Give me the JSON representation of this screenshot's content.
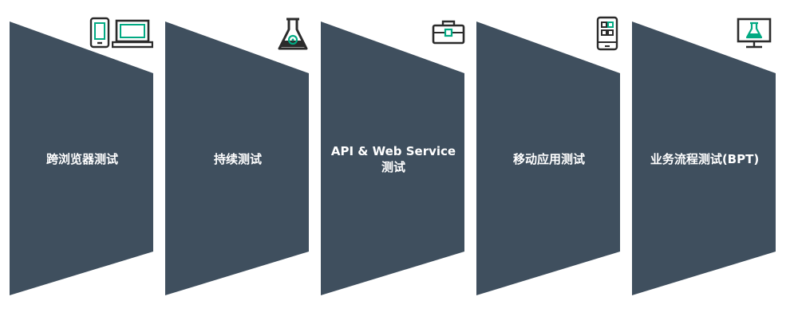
{
  "colors": {
    "panel": "#3f4f5e",
    "icon_dark": "#2b2b2b",
    "icon_accent": "#01a982"
  },
  "panels": [
    {
      "line1": "跨浏览器测试",
      "line2": "",
      "icons": [
        "tablet-icon",
        "laptop-icon"
      ]
    },
    {
      "line1": "持续测试",
      "line2": "",
      "icons": [
        "flask-icon"
      ]
    },
    {
      "line1": "API & Web Service",
      "line2": "测试",
      "icons": [
        "toolbox-icon"
      ]
    },
    {
      "line1": "移动应用测试",
      "line2": "",
      "icons": [
        "mobile-app-icon"
      ]
    },
    {
      "line1": "业务流程测试(BPT)",
      "line2": "",
      "icons": [
        "monitor-flask-icon"
      ]
    }
  ]
}
